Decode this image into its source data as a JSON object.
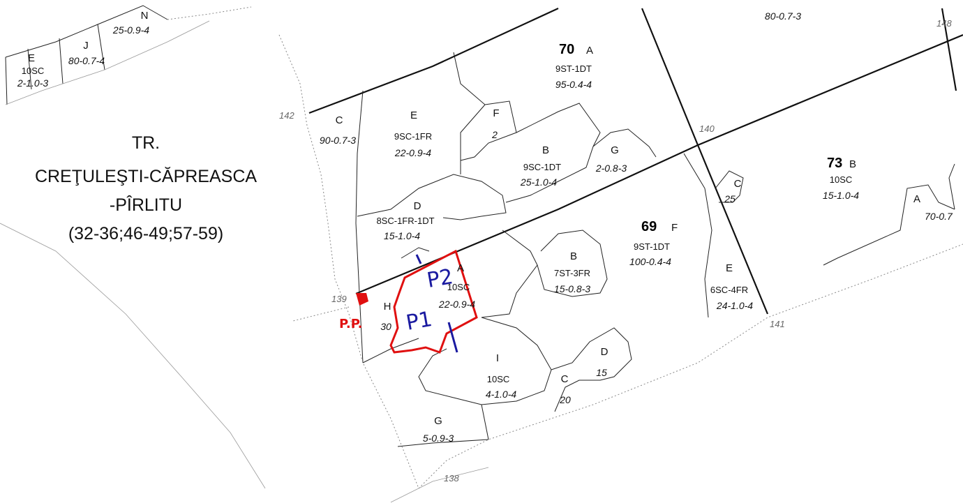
{
  "tract": {
    "line1": "TR.",
    "line2": "CREŢULEŞTI-CĂPREASCA",
    "line3": "-PÎRLITU",
    "line4": "(32-36;46-49;57-59)"
  },
  "parcels": {
    "p70": "70",
    "p69": "69",
    "p73": "73"
  },
  "trails": {
    "t142": "142",
    "t140": "140",
    "t139": "139",
    "t141": "141",
    "t138": "138",
    "t148": "148"
  },
  "subplots": {
    "N": {
      "code": "N",
      "stat": "25-0.9-4"
    },
    "J": {
      "code": "J",
      "stat": "80-0.7-4"
    },
    "E_tl": {
      "code": "E",
      "desc": "10SC",
      "stat": "2-1.0-3"
    },
    "top": {
      "stat": "80-0.7-3"
    },
    "A70": {
      "code": "A",
      "desc": "9ST-1DT",
      "stat": "95-0.4-4"
    },
    "C": {
      "code": "C",
      "stat": "90-0.7-3"
    },
    "E": {
      "code": "E",
      "desc": "9SC-1FR",
      "stat": "22-0.9-4"
    },
    "F": {
      "code": "F",
      "stat": "2"
    },
    "B70": {
      "code": "B",
      "desc": "9SC-1DT",
      "stat": "25-1.0-4"
    },
    "G70": {
      "code": "G",
      "stat": "2-0.8-3"
    },
    "B73": {
      "code": "B",
      "desc": "10SC",
      "stat": "15-1.0-4"
    },
    "C73": {
      "code": "C",
      "stat": "25"
    },
    "A73": {
      "code": "A",
      "stat": "70-0.7"
    },
    "D": {
      "code": "D",
      "desc": "8SC-1FR-1DT",
      "stat": "15-1.0-4"
    },
    "F69": {
      "code": "F",
      "desc": "9ST-1DT",
      "stat": "100-0.4-4"
    },
    "B69": {
      "code": "B",
      "desc": "7ST-3FR",
      "stat": "15-0.8-3"
    },
    "A69": {
      "code": "A",
      "desc": "10SC",
      "stat": "22-0.9-4"
    },
    "H": {
      "code": "H",
      "stat": "30"
    },
    "E69": {
      "code": "E",
      "desc": "6SC-4FR",
      "stat": "24-1.0-4"
    },
    "I": {
      "code": "I",
      "desc": "10SC",
      "stat": "4-1.0-4"
    },
    "C69": {
      "code": "C",
      "stat": "20"
    },
    "D69": {
      "code": "D",
      "stat": "15"
    },
    "G": {
      "code": "G",
      "stat": "5-0.9-3"
    }
  },
  "annotations": {
    "p1": "P1",
    "p2": "P2",
    "pp": "P.P."
  },
  "colors": {
    "ink": "#111111",
    "marker_red": "#e01010",
    "marker_blue": "#1a1aa0"
  }
}
